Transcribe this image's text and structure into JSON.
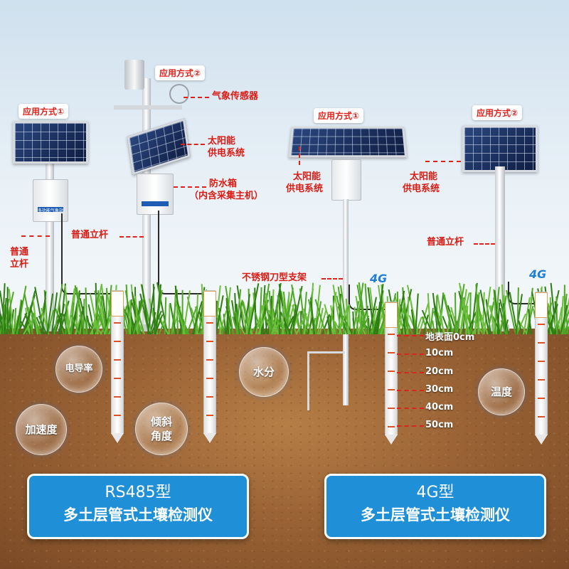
{
  "left": {
    "option1_tag": "应用方式①",
    "option2_tag": "应用方式②",
    "weather_sensor": "气象传感器",
    "solar_line1": "太阳能",
    "solar_line2": "供电系统",
    "waterproof_line1": "防水箱",
    "waterproof_line2": "（内含采集主机）",
    "pole_left_line1": "普通",
    "pole_left_line2": "立杆",
    "pole_center": "普通立杆",
    "box_small_label": "多功能气象站"
  },
  "right": {
    "option1_tag": "应用方式①",
    "option2_tag": "应用方式②",
    "solar1_line1": "太阳能",
    "solar1_line2": "供电系统",
    "solar2_line1": "太阳能",
    "solar2_line2": "供电系统",
    "pole": "普通立杆",
    "bracket": "不锈钢刀型支架",
    "network_badge_1": "4G",
    "network_badge_2": "4G"
  },
  "bubbles": {
    "conductivity": "电导率",
    "acceleration": "加速度",
    "tilt_line1": "倾斜",
    "tilt_line2": "角度",
    "moisture": "水分",
    "temperature": "温度"
  },
  "depths": [
    "地表面0cm",
    "10cm",
    "20cm",
    "30cm",
    "40cm",
    "50cm"
  ],
  "banners": {
    "left_line1": "RS485型",
    "left_line2": "多土层管式土壤检测仪",
    "right_line1": "4G型",
    "right_line2": "多土层管式土壤检测仪"
  },
  "colors": {
    "accent_red": "#e0221c",
    "banner_blue": "#1f8fd8",
    "badge_blue": "#1f7fd8"
  }
}
